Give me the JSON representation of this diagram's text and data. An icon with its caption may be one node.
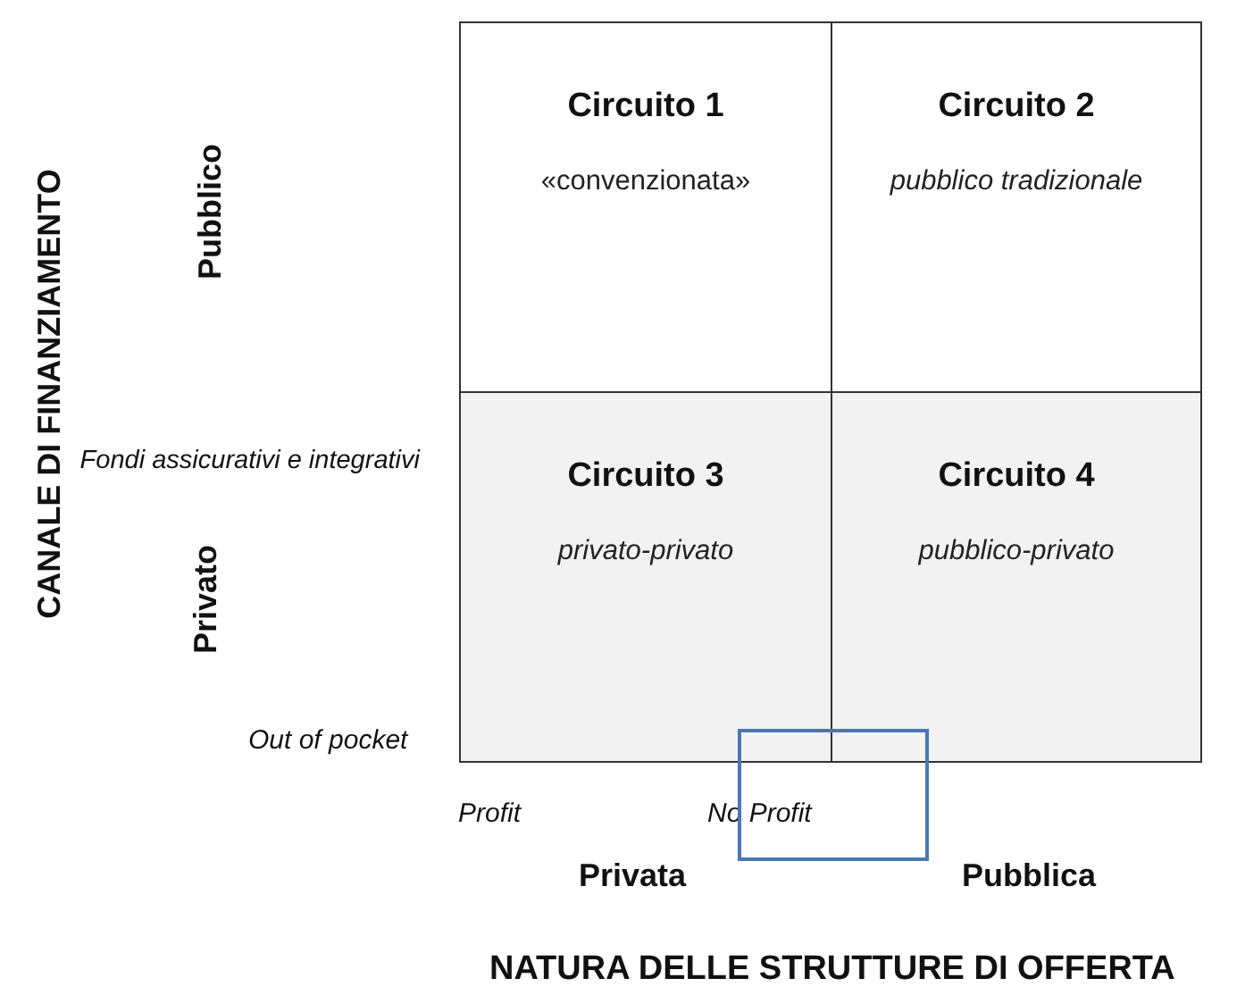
{
  "diagram": {
    "nodes": [
      {
        "text": [
          "Circuito 1",
          "«convenzionata»"
        ]
      },
      {
        "text": [
          "Circuito 2",
          "pubblico tradizionale"
        ]
      },
      {
        "text": [
          "Circuito 3",
          "privato-privato"
        ]
      },
      {
        "text": [
          "Circuito 4",
          "pubblico-privato"
        ]
      },
      {
        "text": [],
        "shape": "box"
      }
    ],
    "edges": [],
    "labels": [
      "CANALE DI FINANZIAMENTO",
      "Pubblico",
      "Fondi assicurativi e integrativi",
      "Privato",
      "Out of pocket",
      "Profit",
      "No Profit",
      "Privata",
      "Pubblica",
      "NATURA DELLE STRUTTURE DI OFFERTA"
    ]
  }
}
